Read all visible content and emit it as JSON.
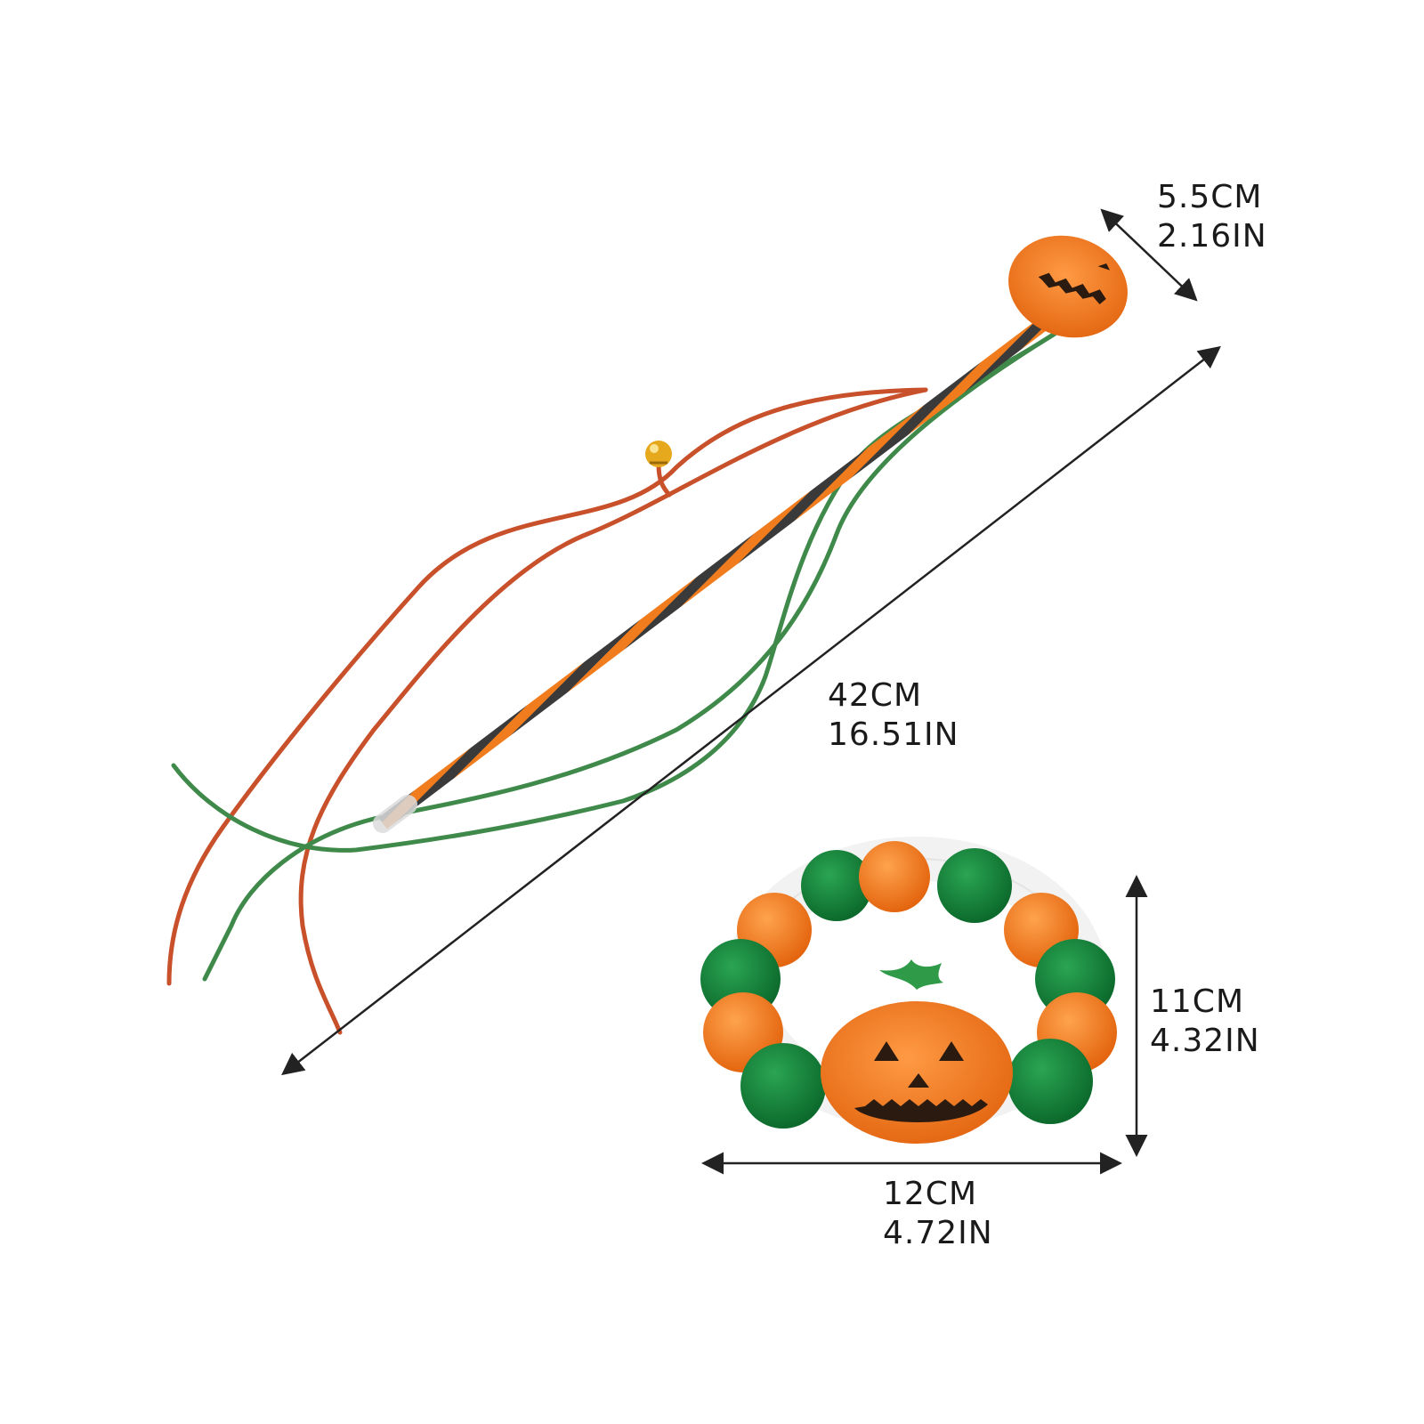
{
  "colors": {
    "background": "#ffffff",
    "pumpkin_orange": "#f07c1e",
    "pompom_green": "#13803a",
    "string_red": "#c8502a",
    "string_green": "#3f8a4a",
    "arrow": "#222222"
  },
  "dimensions": {
    "head_width": {
      "metric": "5.5CM",
      "imperial": "2.16IN"
    },
    "wand_length": {
      "metric": "42CM",
      "imperial": "16.51IN"
    },
    "collar_height": {
      "metric": "11CM",
      "imperial": "4.32IN"
    },
    "collar_width": {
      "metric": "12CM",
      "imperial": "4.72IN"
    }
  },
  "icons": {
    "wand": "pumpkin-wand-icon",
    "bell": "bell-icon",
    "collar": "pumpkin-collar-icon"
  }
}
